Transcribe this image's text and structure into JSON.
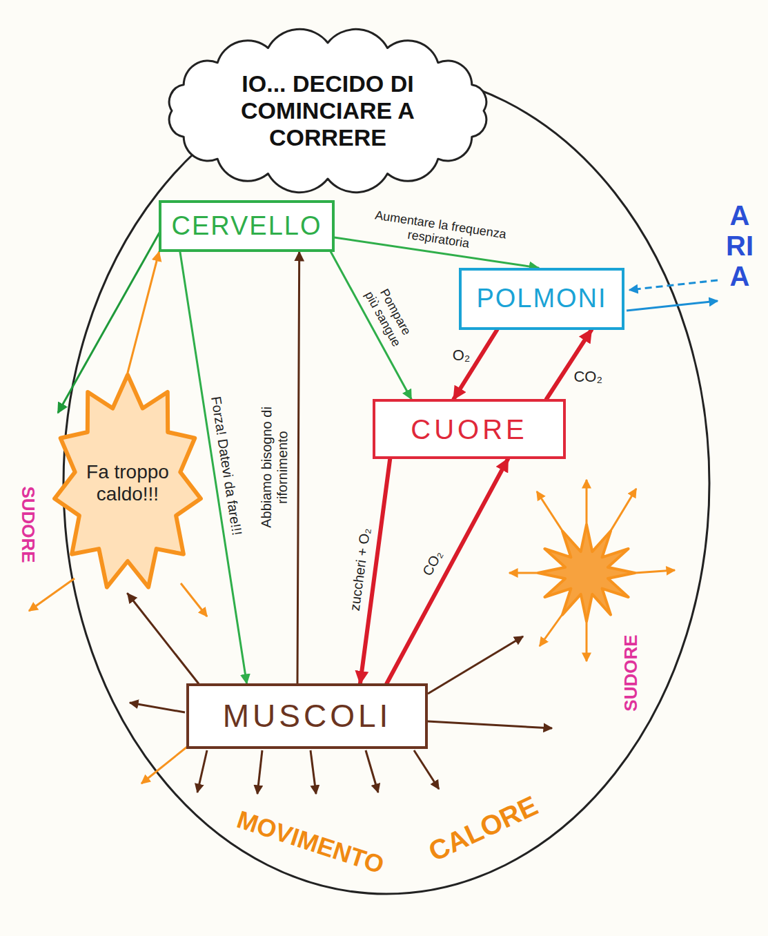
{
  "diagram": {
    "nodes": [
      {
        "text": [
          "IO... DECIDO DI COMINCIARE A CORRERE"
        ]
      },
      {
        "text": [
          "CERVELLO"
        ]
      },
      {
        "text": [
          "POLMONI"
        ]
      },
      {
        "text": [
          "CUORE"
        ]
      },
      {
        "text": [
          "Fa troppo caldo!!!"
        ]
      },
      {
        "text": [
          "MUSCOLI"
        ]
      }
    ],
    "edges": [
      {
        "from": 1,
        "to": 2,
        "label": "Aumentare la frequenza respiratoria",
        "arrow": "to"
      },
      {
        "from": 1,
        "to": 3,
        "label": "Pompare più sangue",
        "arrow": "to"
      },
      {
        "from": 1,
        "to": 5,
        "label": "Forza! Datevi da fare!!!",
        "arrow": "to"
      },
      {
        "from": 5,
        "to": 1,
        "label": "Abbiamo bisogno di rifornimento",
        "arrow": "to"
      },
      {
        "from": 4,
        "to": 1,
        "arrow": "to"
      },
      {
        "from": 5,
        "to": 4,
        "arrow": "to"
      },
      {
        "from": 2,
        "to": 3,
        "label": "O₂",
        "arrow": "to"
      },
      {
        "from": 3,
        "to": 2,
        "label": "CO₂",
        "arrow": "to"
      },
      {
        "from": 3,
        "to": 5,
        "label": "zuccheri + O₂",
        "arrow": "to"
      },
      {
        "from": 5,
        "to": 3,
        "label": "CO₂",
        "arrow": "to"
      }
    ],
    "labels": [
      "ARIA",
      "SUDORE",
      "SUDORE",
      "MOVIMENTO",
      "CALORE"
    ]
  }
}
